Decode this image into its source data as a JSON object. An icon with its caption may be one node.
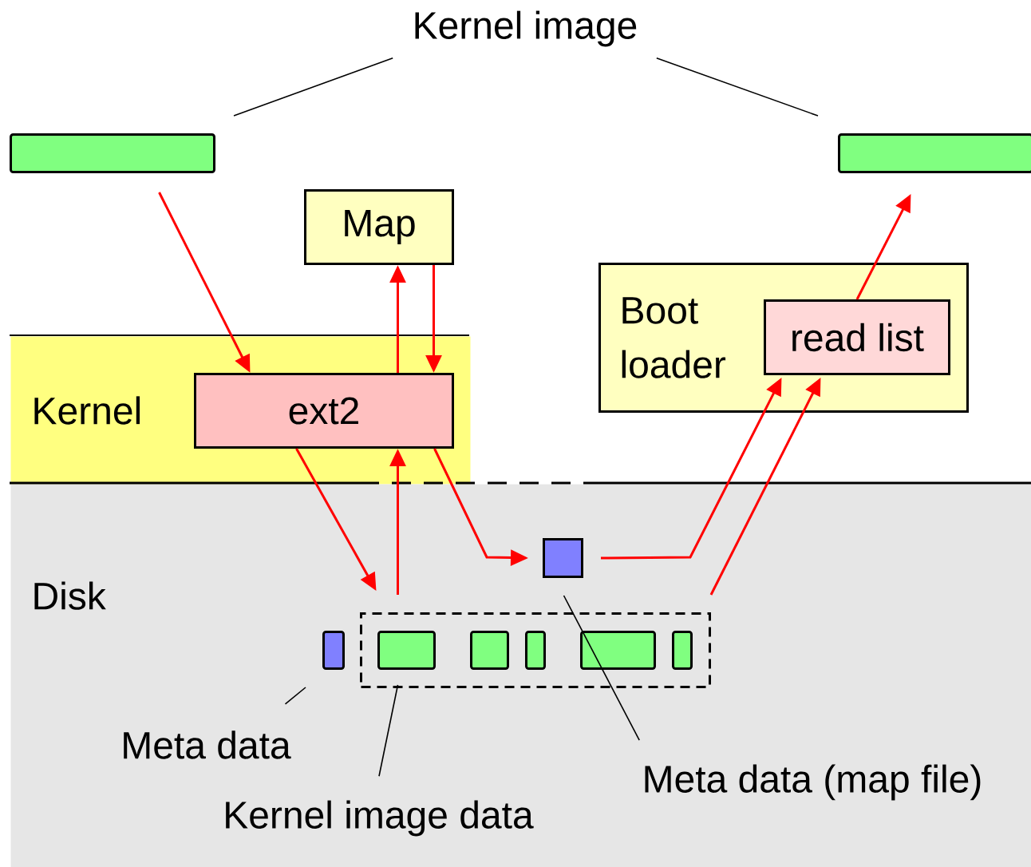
{
  "diagram": {
    "nodes": [
      {
        "text": [
          "Kernel image"
        ]
      },
      {
        "text": [],
        "shape": "bar"
      },
      {
        "text": [],
        "shape": "bar"
      },
      {
        "text": [
          "Kernel"
        ]
      },
      {
        "text": [
          "ext2"
        ],
        "in": 3
      },
      {
        "text": [
          "Map"
        ]
      },
      {
        "text": [
          "Boot loader"
        ]
      },
      {
        "text": [
          "read list"
        ],
        "in": 6
      },
      {
        "text": [
          "Disk"
        ]
      },
      {
        "text": [],
        "shape": "box",
        "in": 8
      },
      {
        "text": [],
        "shape": "box",
        "in": 8
      },
      {
        "text": [],
        "shape": "bar",
        "in": 8
      },
      {
        "text": [],
        "shape": "bar",
        "in": 10
      },
      {
        "text": [],
        "shape": "bar",
        "in": 10
      },
      {
        "text": [],
        "shape": "bar",
        "in": 10
      },
      {
        "text": [],
        "shape": "bar",
        "in": 10
      },
      {
        "text": [],
        "shape": "bar",
        "in": 10
      },
      {
        "text": [
          "Meta data"
        ],
        "in": 8
      },
      {
        "text": [
          "Kernel image data"
        ],
        "in": 8
      },
      {
        "text": [
          "Meta data (map file)"
        ],
        "in": 8
      }
    ],
    "edges": [
      {
        "from": 0,
        "to": 1,
        "arrow": "none",
        "color": "#000000"
      },
      {
        "from": 0,
        "to": 2,
        "arrow": "none",
        "color": "#000000"
      },
      {
        "from": 1,
        "to": 4,
        "arrow": "to"
      },
      {
        "from": 4,
        "to": 5,
        "arrow": "to"
      },
      {
        "from": 5,
        "to": 4,
        "arrow": "to"
      },
      {
        "from": 4,
        "to": 10,
        "arrow": "to"
      },
      {
        "from": 10,
        "to": 4,
        "arrow": "to"
      },
      {
        "from": 4,
        "to": 9,
        "arrow": "to"
      },
      {
        "from": 9,
        "to": 7,
        "arrow": "to"
      },
      {
        "from": 10,
        "to": 7,
        "arrow": "to"
      },
      {
        "from": 7,
        "to": 2,
        "arrow": "to"
      },
      {
        "from": 17,
        "to": 11,
        "arrow": "none",
        "color": "#000000"
      },
      {
        "from": 18,
        "to": 10,
        "arrow": "none",
        "color": "#000000"
      },
      {
        "from": 19,
        "to": 9,
        "arrow": "none",
        "color": "#000000"
      }
    ]
  }
}
